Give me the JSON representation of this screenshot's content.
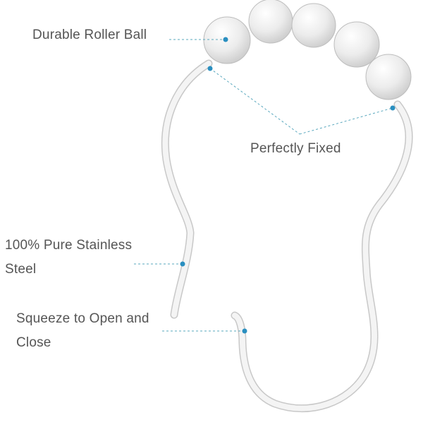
{
  "annotations": {
    "roller_ball": "Durable Roller Ball",
    "fixed": "Perfectly Fixed",
    "steel_line1": "100% Pure Stainless",
    "steel_line2": "Steel",
    "squeeze_line1": "Squeeze to Open and",
    "squeeze_line2": "Close"
  },
  "colors": {
    "background": "#ffffff",
    "hook": "#f2f2f2",
    "hook_outline": "#c8c8c8",
    "ball": "#e9e9e9",
    "callout_line": "#5aa8be",
    "callout_dot": "#2a8fc0",
    "label_text": "#555555"
  },
  "product": "shower-curtain-hook-with-roller-balls"
}
